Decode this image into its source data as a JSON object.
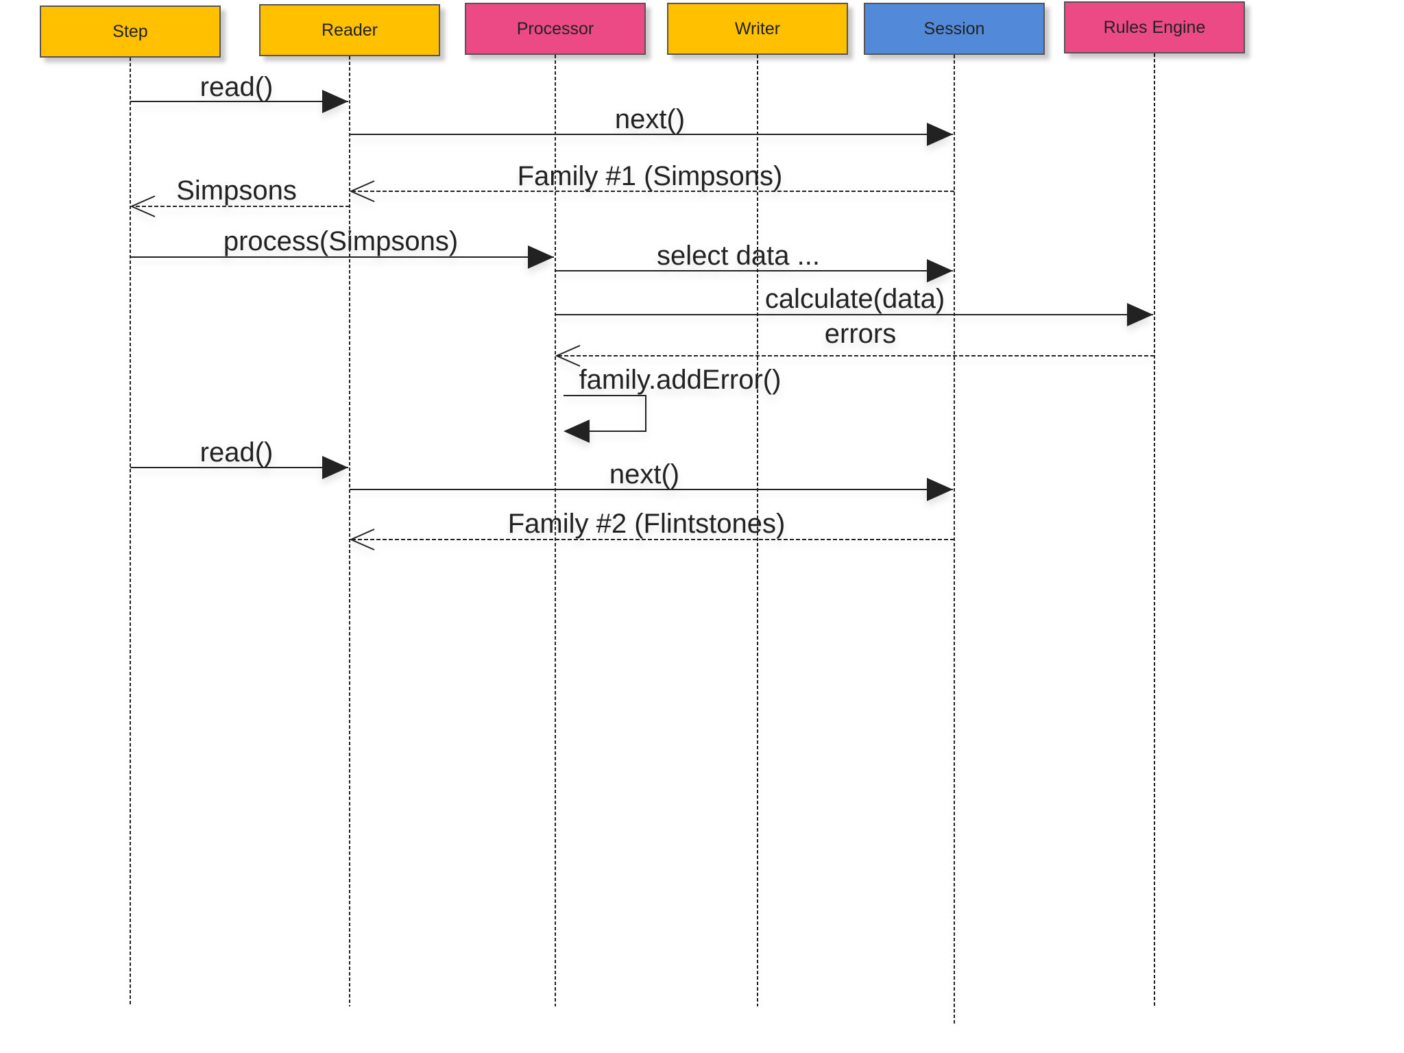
{
  "colors": {
    "yellow": "#FFC000",
    "pink": "#EC4A84",
    "blue": "#5289D8",
    "line": "#222222"
  },
  "participants": [
    {
      "id": "step",
      "label": "Step",
      "color": "#FFC000"
    },
    {
      "id": "reader",
      "label": "Reader",
      "color": "#FFC000"
    },
    {
      "id": "processor",
      "label": "Processor",
      "color": "#EC4A84"
    },
    {
      "id": "writer",
      "label": "Writer",
      "color": "#FFC000"
    },
    {
      "id": "session",
      "label": "Session",
      "color": "#5289D8"
    },
    {
      "id": "rules_engine",
      "label": "Rules Engine",
      "color": "#EC4A84"
    }
  ],
  "messages": [
    {
      "from": "step",
      "to": "reader",
      "label": "read()",
      "kind": "sync"
    },
    {
      "from": "reader",
      "to": "session",
      "label": "next()",
      "kind": "sync"
    },
    {
      "from": "session",
      "to": "reader",
      "label": "Family #1 (Simpsons)",
      "kind": "return"
    },
    {
      "from": "reader",
      "to": "step",
      "label": "Simpsons",
      "kind": "return"
    },
    {
      "from": "step",
      "to": "processor",
      "label": "process(Simpsons)",
      "kind": "sync"
    },
    {
      "from": "processor",
      "to": "session",
      "label": "select data ...",
      "kind": "sync"
    },
    {
      "from": "processor",
      "to": "rules_engine",
      "label": "calculate(data)",
      "kind": "sync"
    },
    {
      "from": "rules_engine",
      "to": "processor",
      "label": "errors",
      "kind": "return"
    },
    {
      "from": "processor",
      "to": "processor",
      "label": "family.addError()",
      "kind": "self"
    },
    {
      "from": "step",
      "to": "reader",
      "label": "read()",
      "kind": "sync"
    },
    {
      "from": "reader",
      "to": "session",
      "label": "next()",
      "kind": "sync"
    },
    {
      "from": "session",
      "to": "reader",
      "label": "Family #2 (Flintstones)",
      "kind": "return"
    }
  ]
}
